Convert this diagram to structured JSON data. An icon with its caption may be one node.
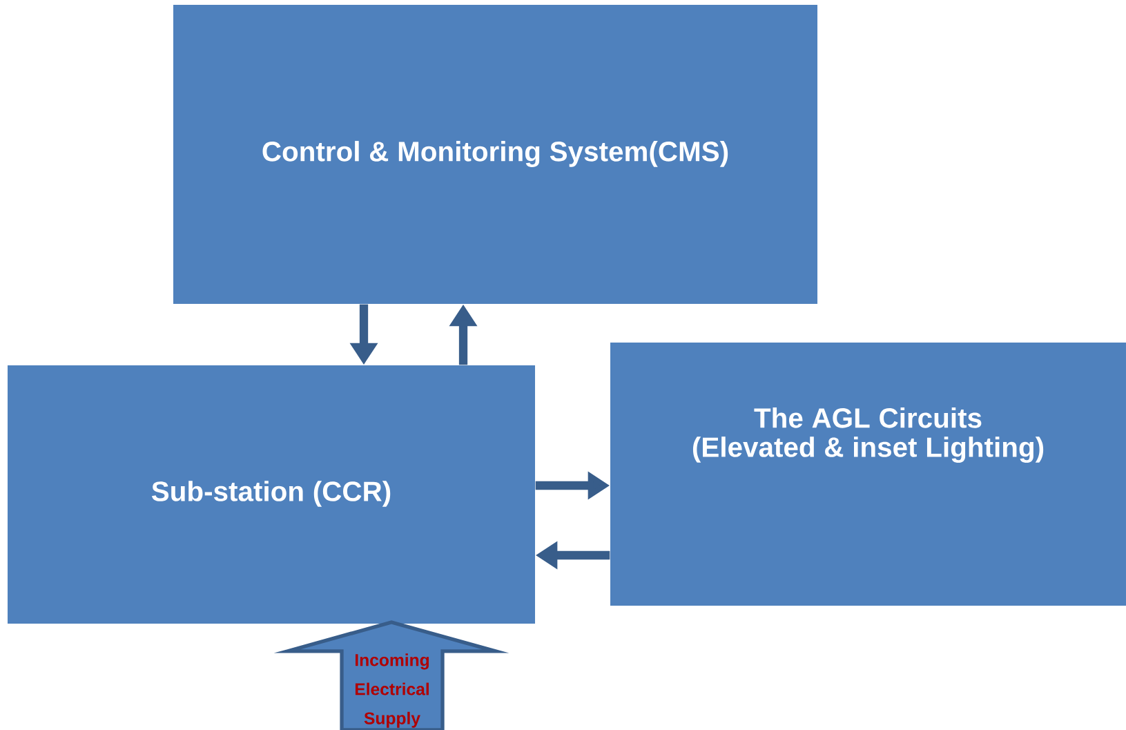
{
  "diagram": {
    "nodes": [
      {
        "text": [
          "Control & Monitoring System(CMS)"
        ]
      },
      {
        "text": [
          "Sub-station (CCR)"
        ]
      },
      {
        "text": [
          "The AGL Circuits (Elevated & inset Lighting)"
        ]
      },
      {
        "text": [
          "Incoming Electrical Supply"
        ]
      }
    ],
    "edges": [
      {
        "from": 0,
        "to": 1,
        "arrow": "to"
      },
      {
        "from": 1,
        "to": 0,
        "arrow": "to"
      },
      {
        "from": 1,
        "to": 2,
        "arrow": "to"
      },
      {
        "from": 2,
        "to": 1,
        "arrow": "to"
      }
    ]
  }
}
